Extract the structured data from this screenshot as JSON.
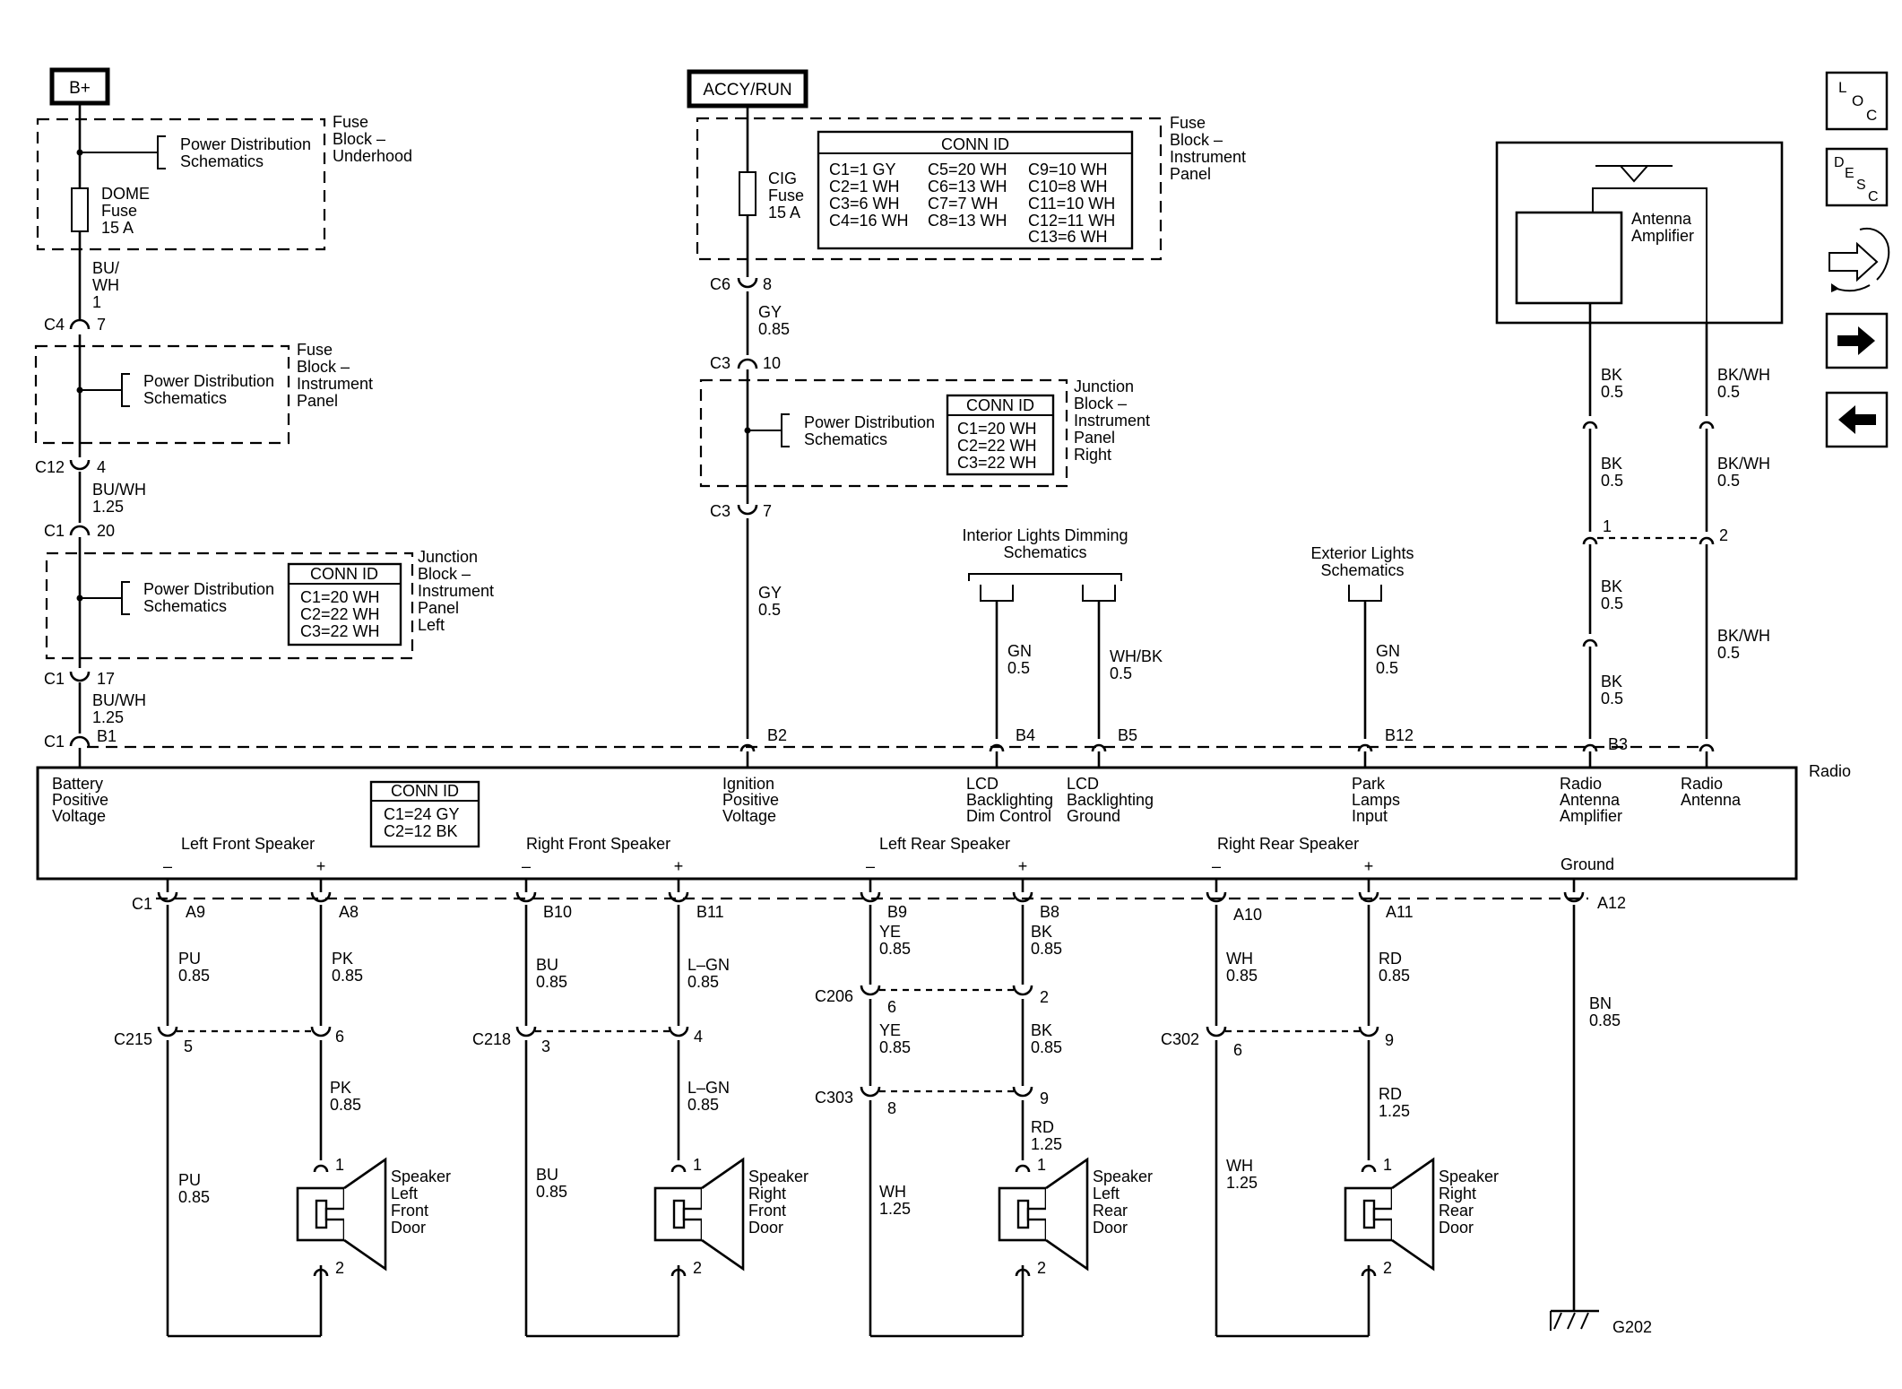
{
  "power": {
    "bplus": "B+",
    "accy": "ACCY/RUN"
  },
  "fuse_uh": {
    "name": [
      "Fuse",
      "Block –",
      "Underhood"
    ],
    "pds": [
      "Power Distribution",
      "Schematics"
    ],
    "fuse": [
      "DOME",
      "Fuse",
      "15 A"
    ]
  },
  "fuse_ip_l": {
    "name": [
      "Fuse",
      "Block –",
      "Instrument",
      "Panel"
    ],
    "pds": [
      "Power Distribution",
      "Schematics"
    ]
  },
  "jb_left": {
    "name": [
      "Junction",
      "Block –",
      "Instrument",
      "Panel",
      "Left"
    ],
    "pds": [
      "Power Distribution",
      "Schematics"
    ],
    "conn_title": "CONN ID",
    "conn": [
      "C1=20 WH",
      "C2=22 WH",
      "C3=22 WH"
    ]
  },
  "fuse_ip_c": {
    "name": [
      "Fuse",
      "Block –",
      "Instrument",
      "Panel"
    ],
    "fuse": [
      "CIG",
      "Fuse",
      "15 A"
    ],
    "conn_title": "CONN ID",
    "conn_cols": [
      [
        "C1=1 GY",
        "C2=1 WH",
        "C3=6 WH",
        "C4=16 WH"
      ],
      [
        "C5=20 WH",
        "C6=13 WH",
        "C7=7 WH",
        "C8=13 WH"
      ],
      [
        "C9=10 WH",
        "C10=8 WH",
        "C11=10 WH",
        "C12=11 WH",
        "C13=6 WH"
      ]
    ]
  },
  "jb_right": {
    "name": [
      "Junction",
      "Block –",
      "Instrument",
      "Panel",
      "Right"
    ],
    "pds": [
      "Power Distribution",
      "Schematics"
    ],
    "conn_title": "CONN ID",
    "conn": [
      "C1=20 WH",
      "C2=22 WH",
      "C3=22 WH"
    ]
  },
  "left_wire": {
    "w1": [
      "BU/",
      "WH",
      "1"
    ],
    "c4": [
      "C4",
      "7"
    ],
    "c12": [
      "C12",
      "4"
    ],
    "w2": [
      "BU/WH",
      "1.25"
    ],
    "c1a": [
      "C1",
      "20"
    ],
    "c1b": [
      "C1",
      "17"
    ],
    "w3": [
      "BU/WH",
      "1.25"
    ],
    "c1c": [
      "C1",
      "B1"
    ]
  },
  "center_wire": {
    "c6": [
      "C6",
      "8"
    ],
    "w1": [
      "GY",
      "0.85"
    ],
    "c3a": [
      "C3",
      "10"
    ],
    "c3b": [
      "C3",
      "7"
    ],
    "w2": [
      "GY",
      "0.5"
    ],
    "b2": "B2"
  },
  "dimming": {
    "title": [
      "Interior Lights Dimming",
      "Schematics"
    ],
    "w1": [
      "GN",
      "0.5"
    ],
    "w2": [
      "WH/BK",
      "0.5"
    ],
    "b4": "B4",
    "b5": "B5"
  },
  "exterior": {
    "title": [
      "Exterior Lights",
      "Schematics"
    ],
    "w": [
      "GN",
      "0.5"
    ],
    "b12": "B12"
  },
  "antenna": {
    "amp": [
      "Antenna",
      "Amplifier"
    ],
    "bk": [
      [
        "BK",
        "0.5"
      ],
      [
        "BK",
        "0.5"
      ],
      [
        "BK",
        "0.5"
      ],
      [
        "BK",
        "0.5"
      ]
    ],
    "bkwh": [
      [
        "BK/WH",
        "0.5"
      ],
      [
        "BK/WH",
        "0.5"
      ],
      [
        "BK/WH",
        "0.5"
      ]
    ],
    "pin1": "1",
    "pin2": "2",
    "b3": "B3"
  },
  "radio": {
    "name": "Radio",
    "conn_title": "CONN ID",
    "conn": [
      "C1=24 GY",
      "C2=12 BK"
    ],
    "batt": [
      "Battery",
      "Positive",
      "Voltage"
    ],
    "ign": [
      "Ignition",
      "Positive",
      "Voltage"
    ],
    "lcd_dim": [
      "LCD",
      "Backlighting",
      "Dim Control"
    ],
    "lcd_gnd": [
      "LCD",
      "Backlighting",
      "Ground"
    ],
    "park": [
      "Park",
      "Lamps",
      "Input"
    ],
    "ant_amp": [
      "Radio",
      "Antenna",
      "Amplifier"
    ],
    "ant": [
      "Radio",
      "Antenna"
    ],
    "lfs": "Left Front Speaker",
    "rfs": "Right Front Speaker",
    "lrs": "Left Rear Speaker",
    "rrs": "Right Rear Speaker",
    "ground": "Ground",
    "minus": "–",
    "plus": "+"
  },
  "speakers": {
    "lf": {
      "c1": "C1",
      "pm": "A9",
      "pp": "A8",
      "w1m": [
        "PU",
        "0.85"
      ],
      "w1p": [
        "PK",
        "0.85"
      ],
      "conn": "C215",
      "cm": "5",
      "cp": "6",
      "w2m": [
        "PU",
        "0.85"
      ],
      "w2p": [
        "PK",
        "0.85"
      ],
      "label": [
        "Speaker",
        "Left",
        "Front",
        "Door"
      ]
    },
    "rf": {
      "pm": "B10",
      "pp": "B11",
      "w1m": [
        "BU",
        "0.85"
      ],
      "w1p": [
        "L–GN",
        "0.85"
      ],
      "conn": "C218",
      "cm": "3",
      "cp": "4",
      "w2m": [
        "BU",
        "0.85"
      ],
      "w2p": [
        "L–GN",
        "0.85"
      ],
      "label": [
        "Speaker",
        "Right",
        "Front",
        "Door"
      ]
    },
    "lr": {
      "pm": "B9",
      "pp": "B8",
      "w1m": [
        "YE",
        "0.85"
      ],
      "w1p": [
        "BK",
        "0.85"
      ],
      "conn": "C206",
      "cm": "6",
      "cp": "2",
      "w2m": [
        "YE",
        "0.85"
      ],
      "w2p": [
        "BK",
        "0.85"
      ],
      "conn2": "C303",
      "c2m": "8",
      "c2p": "9",
      "w3m": [
        "WH",
        "1.25"
      ],
      "w3p": [
        "RD",
        "1.25"
      ],
      "label": [
        "Speaker",
        "Left",
        "Rear",
        "Door"
      ]
    },
    "rr": {
      "pm": "A10",
      "pp": "A11",
      "w1m": [
        "WH",
        "0.85"
      ],
      "w1p": [
        "RD",
        "0.85"
      ],
      "conn": "C302",
      "cm": "6",
      "cp": "9",
      "w2m": [
        "WH",
        "1.25"
      ],
      "w2p": [
        "RD",
        "1.25"
      ],
      "label": [
        "Speaker",
        "Right",
        "Rear",
        "Door"
      ]
    },
    "pin1": "1",
    "pin2": "2"
  },
  "ground": {
    "pin": "A12",
    "wire": [
      "BN",
      "0.85"
    ],
    "g": "G202"
  },
  "nav": {
    "loc": [
      "L",
      "O",
      "C"
    ],
    "desc": [
      "D",
      "E",
      "S",
      "C"
    ]
  }
}
